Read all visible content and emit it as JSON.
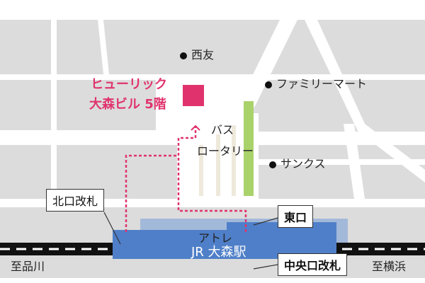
{
  "destination": {
    "line1": "ヒューリック",
    "line2": "大森ビル 5階"
  },
  "landmarks": [
    {
      "label": "西友"
    },
    {
      "label": "ファミリーマート"
    },
    {
      "label": "サンクス"
    }
  ],
  "bus_rotary": {
    "line1": "バス",
    "line2": "ロータリー"
  },
  "atre_label": "アトレ",
  "station_label": "JR 大森駅",
  "callouts": {
    "east_exit": "東口",
    "north_gate": "北口改札",
    "central_gate": "中央口改札"
  },
  "directions": {
    "left": "至品川",
    "right": "至横浜"
  },
  "colors": {
    "accent": "#e0336e",
    "station": "#4f7fc8",
    "atre": "#a3b9d9",
    "bus_lane": "#a9d26b",
    "block": "#dcdcdc"
  }
}
